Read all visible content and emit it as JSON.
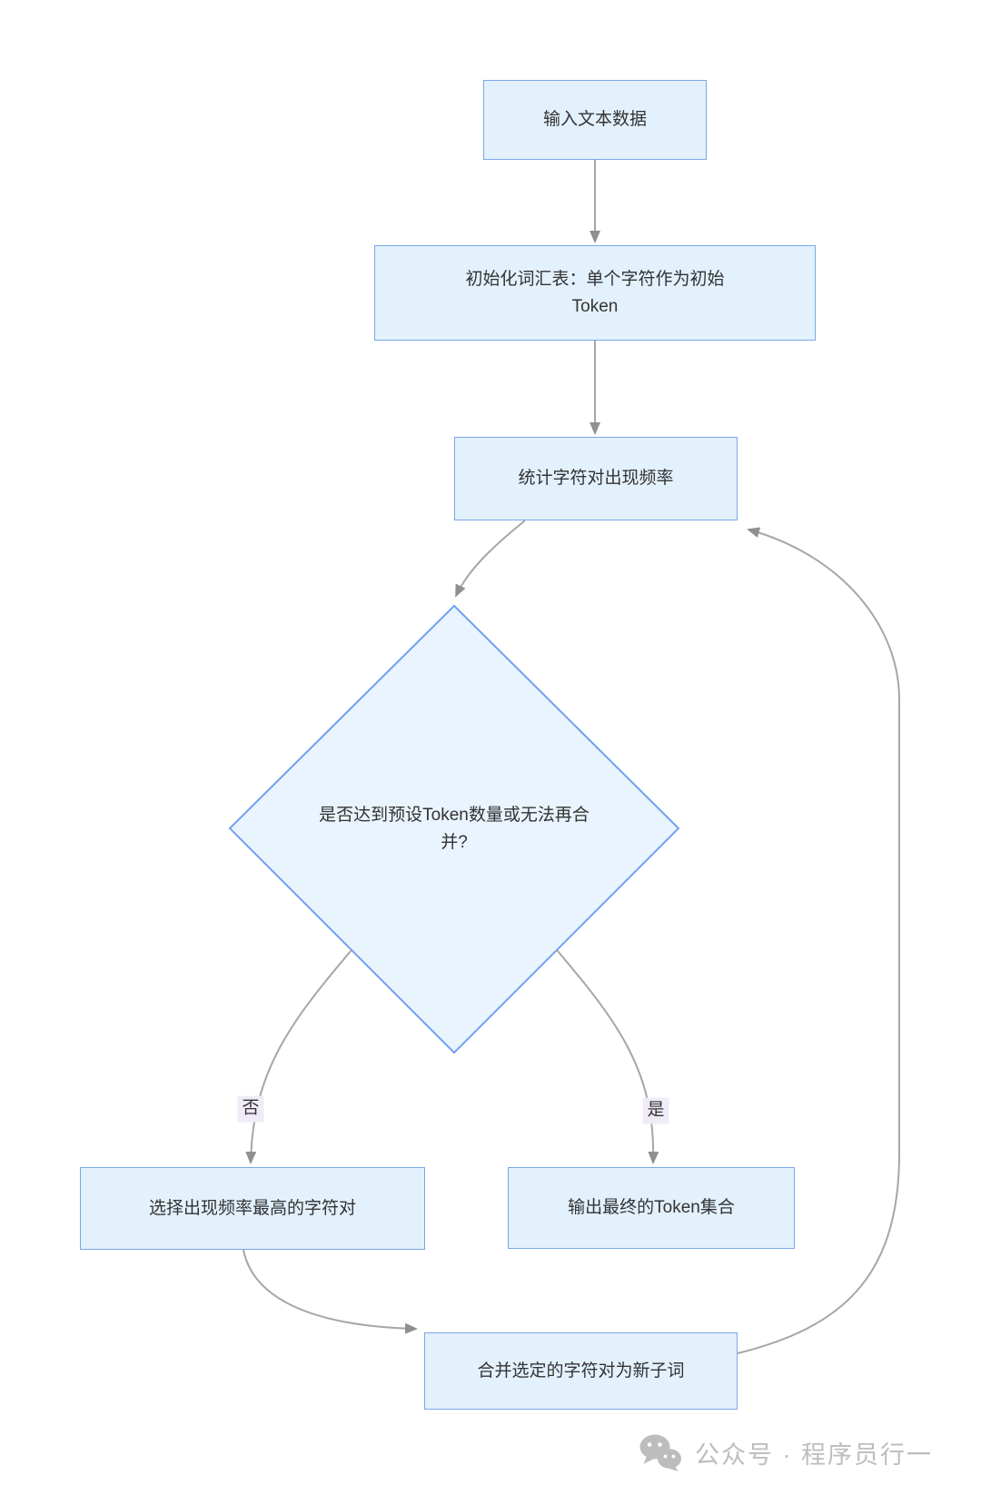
{
  "diagram": {
    "nodes": {
      "input": {
        "label": "输入文本数据"
      },
      "init": {
        "label": [
          "初始化词汇表：单个字符作为初始",
          "Token"
        ]
      },
      "count": {
        "label": "统计字符对出现频率"
      },
      "decision": {
        "label": [
          "是否达到预设Token数量或无法再合",
          "并?"
        ]
      },
      "select": {
        "label": "选择出现频率最高的字符对"
      },
      "output": {
        "label": "输出最终的Token集合"
      },
      "merge": {
        "label": "合并选定的字符对为新子词"
      }
    },
    "edge_labels": {
      "no": "否",
      "yes": "是"
    },
    "colors": {
      "node_fill": "#e3f1fd",
      "node_border": "#7aa7e8",
      "diamond_fill": "#eaf4fe",
      "diamond_border": "#6fa0f2",
      "edge": "#a6a6a6",
      "arrowhead": "#8f8f8f",
      "text": "#333333",
      "label_bg": "#f0ebf8",
      "watermark": "#bdbdbd"
    }
  },
  "watermark": {
    "text": "公众号 · 程序员行一"
  }
}
